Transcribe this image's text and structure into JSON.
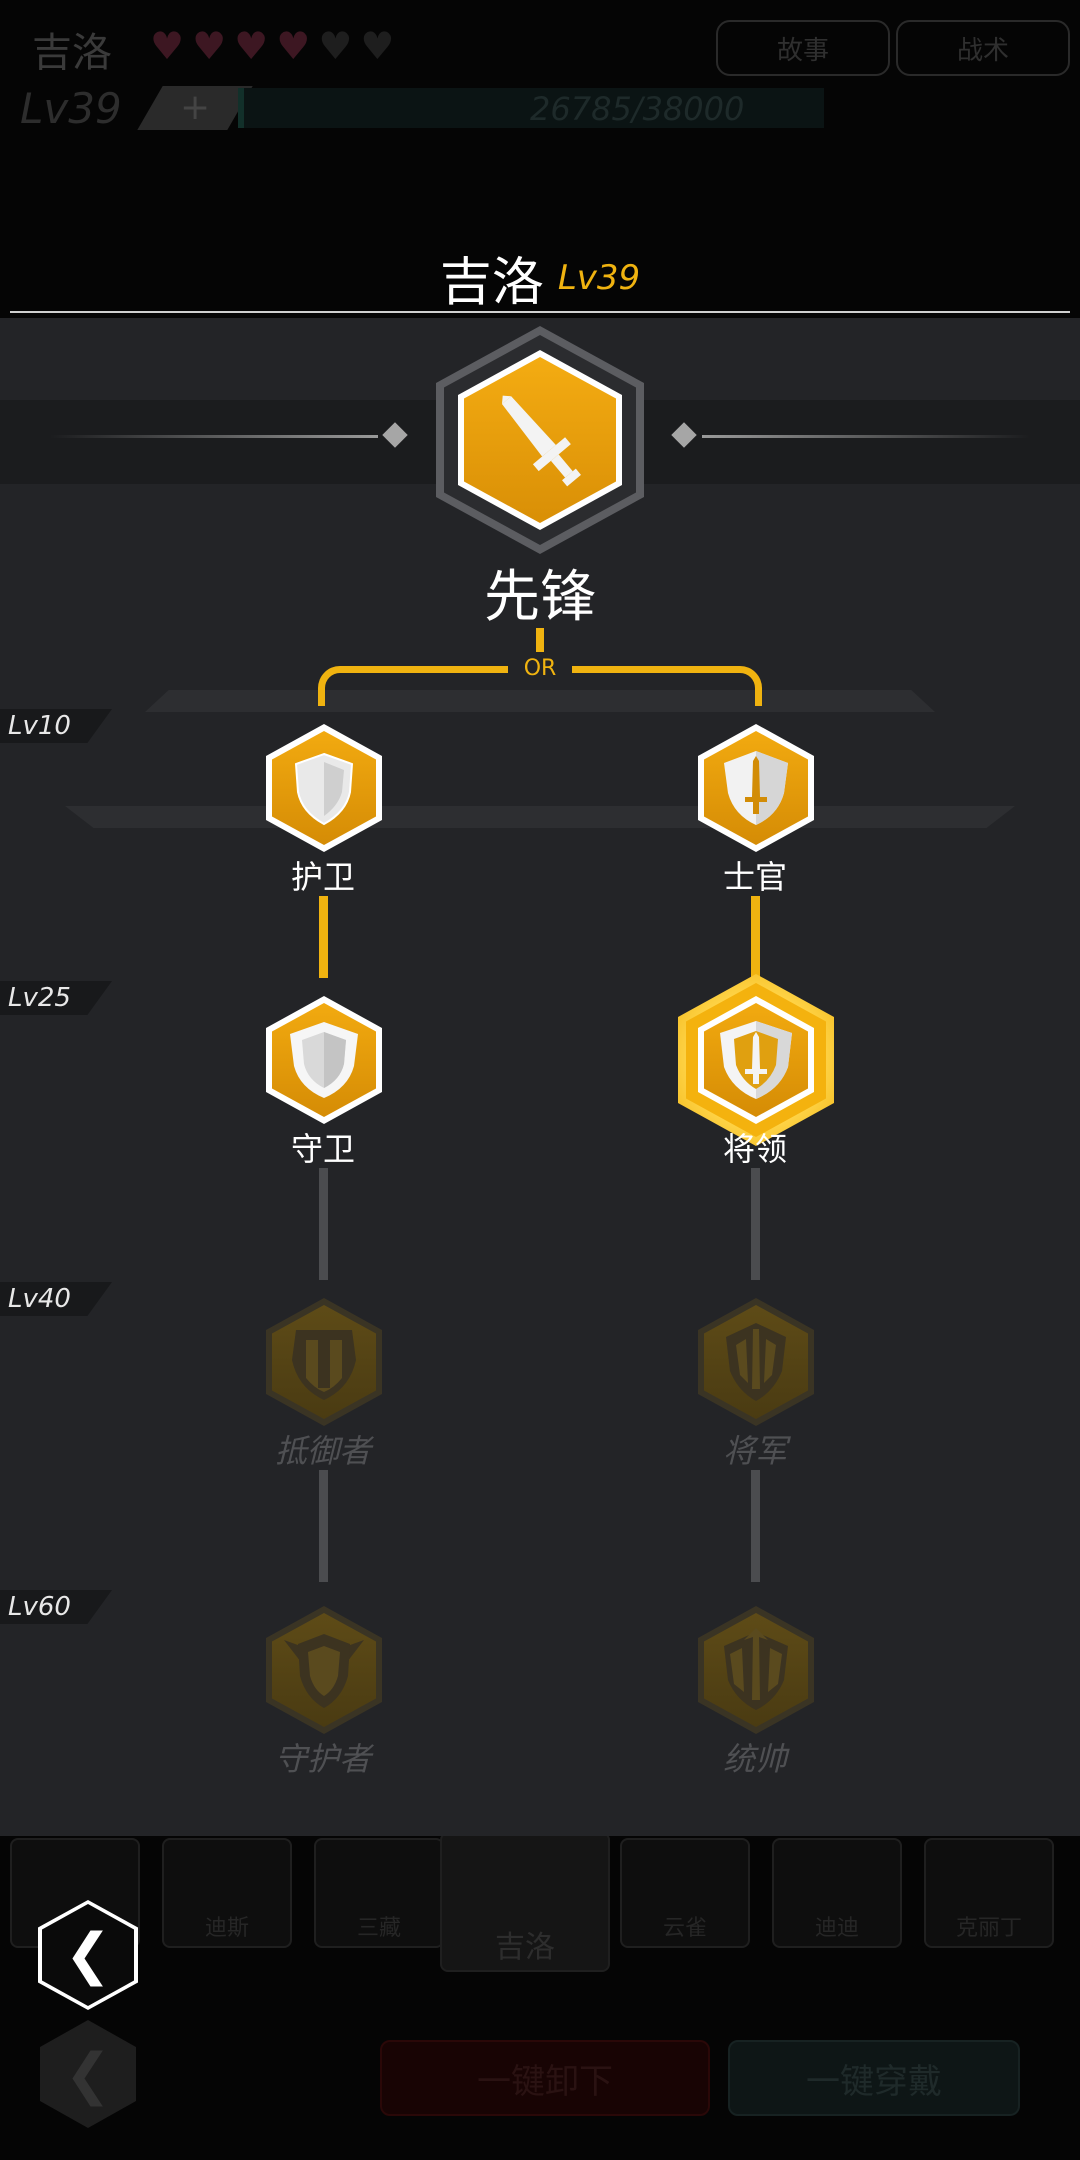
{
  "background": {
    "character_name": "吉洛",
    "hearts_filled": 4,
    "hearts_total": 6,
    "buttons": [
      "故事",
      "战术"
    ],
    "level": "Lv39",
    "plus": "+",
    "xp_text": "26785/38000",
    "roster": [
      "迪斯",
      "三藏",
      "吉洛",
      "云雀",
      "迪迪",
      "克丽丁"
    ],
    "back_glyph": "❮",
    "actions": [
      "一键卸下",
      "一键穿戴"
    ]
  },
  "header": {
    "name": "吉洛",
    "level": "Lv39"
  },
  "base_class": {
    "label": "先锋",
    "icon": "sword-icon"
  },
  "or_label": "OR",
  "level_tags": [
    "Lv10",
    "Lv25",
    "Lv40",
    "Lv60"
  ],
  "paths": {
    "left": {
      "nodes": [
        {
          "label": "护卫",
          "icon": "shield-icon",
          "state": "unlocked"
        },
        {
          "label": "守卫",
          "icon": "double-shield-icon",
          "state": "unlocked"
        },
        {
          "label": "抵御者",
          "icon": "fortress-shield-icon",
          "state": "locked"
        },
        {
          "label": "守护者",
          "icon": "winged-shield-icon",
          "state": "locked"
        }
      ]
    },
    "right": {
      "nodes": [
        {
          "label": "士官",
          "icon": "sword-shield-icon",
          "state": "unlocked"
        },
        {
          "label": "将领",
          "icon": "winged-sword-shield-icon",
          "state": "selected"
        },
        {
          "label": "将军",
          "icon": "sword-crest-icon",
          "state": "locked"
        },
        {
          "label": "统帅",
          "icon": "crowned-sword-crest-icon",
          "state": "locked"
        }
      ]
    }
  },
  "back_button": {
    "glyph": "❮"
  },
  "colors": {
    "accent": "#f0b310",
    "panel": "#232427",
    "locked": "#4f5053"
  }
}
